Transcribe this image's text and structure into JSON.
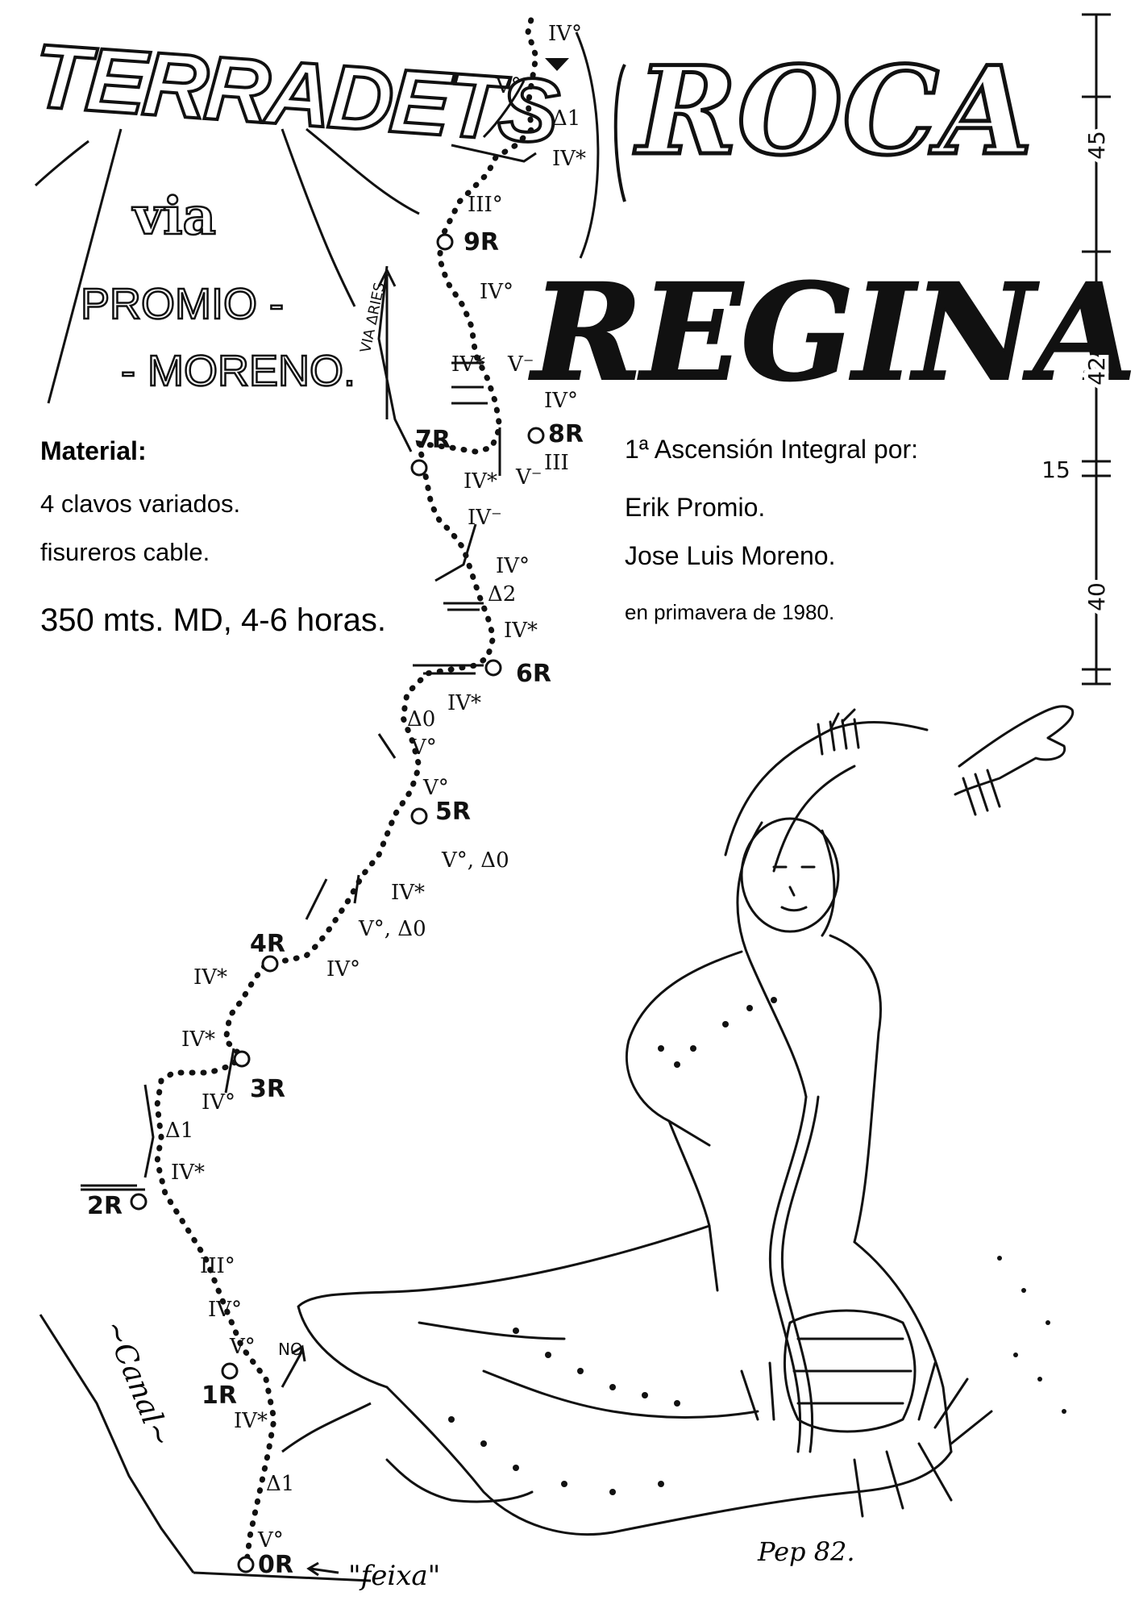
{
  "header": {
    "area_name": "TERRADETS",
    "route_prefix": "via",
    "route_name_1": "PROMIO -",
    "route_name_2": "- MORENO.",
    "title_1": "ROCA",
    "title_2": "REGINA"
  },
  "info": {
    "material_label": "Material:",
    "material_1": "4 clavos variados.",
    "material_2": "fisureros cable.",
    "summary": "350 mts. MD, 4-6 horas."
  },
  "first_ascent": {
    "label": "1ª Ascensión Integral por:",
    "climber_1": "Erik Promio.",
    "climber_2": "Jose Luis Moreno.",
    "date": "en primavera de 1980."
  },
  "scale": {
    "ticks": [
      "45",
      "42",
      "15",
      "40"
    ]
  },
  "belays": [
    "0R",
    "1R",
    "2R",
    "3R",
    "4R",
    "5R",
    "6R",
    "7R",
    "8R",
    "9R"
  ],
  "grades": {
    "g1": "IV°",
    "g2": "V°",
    "g3": "Δ1",
    "g4": "IV*",
    "g5": "III°",
    "g6": "IV°",
    "g7": "IV*",
    "g8": "V⁻",
    "g9": "IV°",
    "g10": "III",
    "g11": "IV*",
    "g12": "V⁻",
    "g13": "IV⁻",
    "g14": "IV°",
    "g15": "Δ2",
    "g16": "IV*",
    "g17": "IV*",
    "g18": "Δ0",
    "g19": "V°",
    "g20": "V°",
    "g21": "V°, Δ0",
    "g22": "IV*",
    "g23": "V°, Δ0",
    "g24": "IV*",
    "g25": "IV°",
    "g26": "IV*",
    "g27": "IV°",
    "g28": "Δ1",
    "g29": "IV*",
    "g30": "III°",
    "g31": "IV°",
    "g32": "V°",
    "g33": "IV*",
    "g34": "Δ1",
    "g35": "V°"
  },
  "labels": {
    "via_aries": "VIA ΔRIES",
    "no": "NO",
    "canal": "~Canal~",
    "feixa": "\"feixa\"",
    "signature": "Pep 82."
  }
}
